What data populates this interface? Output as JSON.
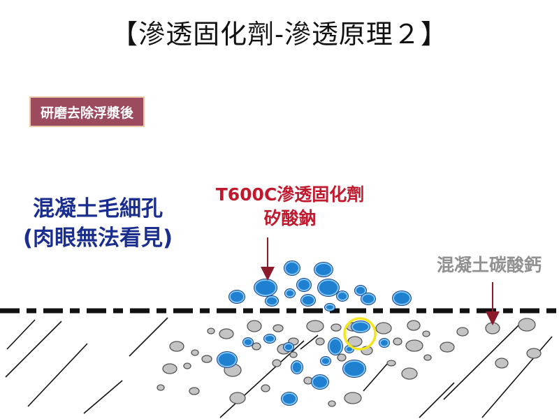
{
  "title": "【滲透固化劑-滲透原理２】",
  "tag": "研磨去除浮漿後",
  "labels": {
    "pores_line1": "混凝土毛細孔",
    "pores_line2": "(肉眼無法看見)",
    "product_line1": "T600C滲透固化劑",
    "product_line2": "矽酸鈉",
    "carbonate": "混凝土碳酸鈣"
  },
  "colors": {
    "tag_bg": "#9c4a5e",
    "blue_label": "#1a2e8f",
    "red_label": "#c0182d",
    "gray_label": "#909090",
    "silicate_fill": "#1f7fd0",
    "silicate_glow": "#7fc8f4",
    "aggregate_fill": "#c4c4c4",
    "highlight_ring": "#f3e51e"
  }
}
